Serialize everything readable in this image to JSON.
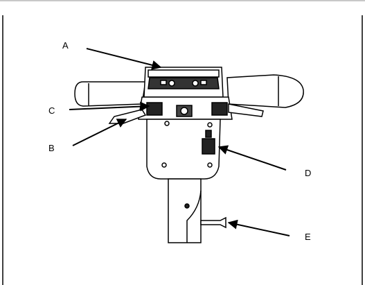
{
  "figure": {
    "callouts": [
      {
        "id": "A",
        "label": "A"
      },
      {
        "id": "B",
        "label": "B"
      },
      {
        "id": "C",
        "label": "C"
      },
      {
        "id": "D",
        "label": "D"
      },
      {
        "id": "E",
        "label": "E"
      }
    ]
  },
  "colors": {
    "ink": "#000000",
    "panel": "#ffffff",
    "border": "#c8c8c8"
  }
}
